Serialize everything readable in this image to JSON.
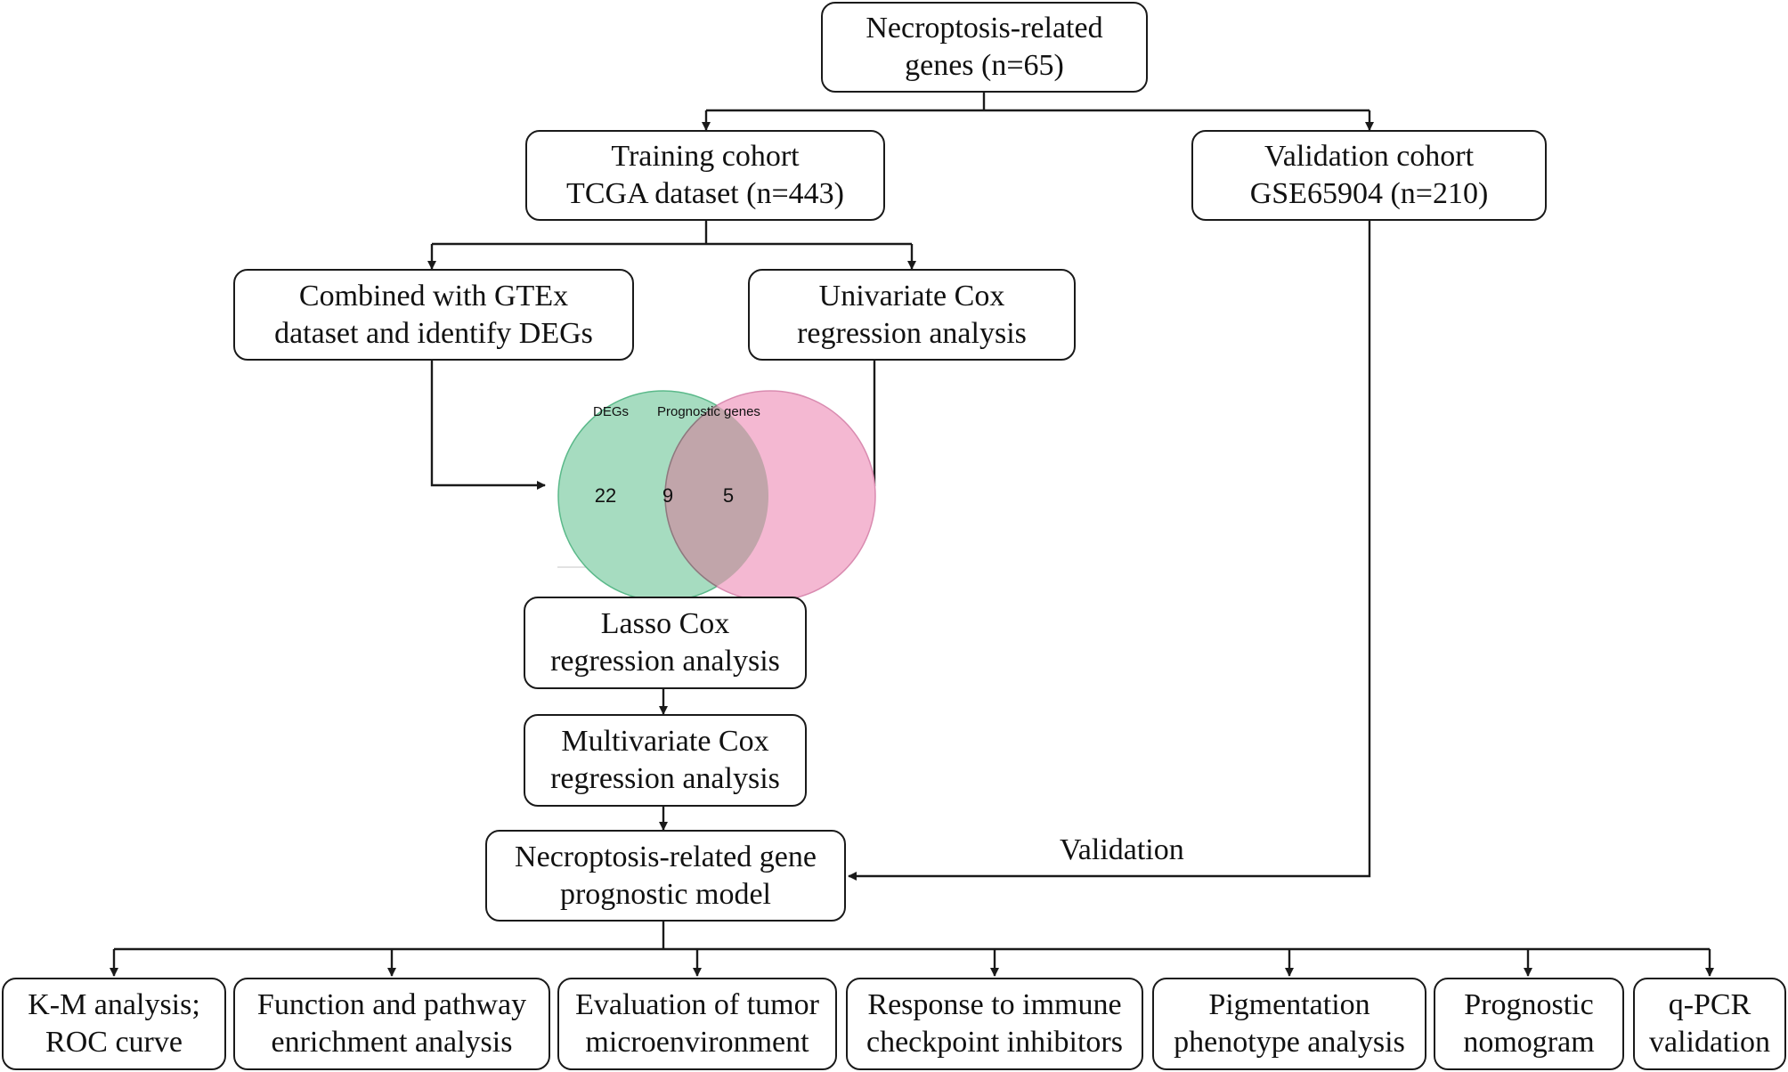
{
  "diagram": {
    "top": {
      "line1": "Necroptosis-related",
      "line2": "genes (n=65)"
    },
    "training": {
      "line1": "Training cohort",
      "line2": "TCGA dataset (n=443)"
    },
    "validation_cohort": {
      "line1": "Validation cohort",
      "line2": "GSE65904 (n=210)"
    },
    "gtex": {
      "line1": "Combined with GTEx",
      "line2": "dataset and identify DEGs"
    },
    "univariate": {
      "line1": "Univariate Cox",
      "line2": "regression analysis"
    },
    "venn": {
      "left_label": "DEGs",
      "right_label": "Prognostic genes",
      "left_only": "22",
      "overlap": "9",
      "right_only": "5",
      "colors": {
        "left": "#a6dcc0",
        "right": "#f4b8d2",
        "overlap": "#c1a5aa"
      }
    },
    "lasso": {
      "line1": "Lasso Cox",
      "line2": "regression analysis"
    },
    "multivariate": {
      "line1": "Multivariate Cox",
      "line2": "regression analysis"
    },
    "model": {
      "line1": "Necroptosis-related gene",
      "line2": "prognostic model"
    },
    "validation_label": "Validation",
    "outputs": [
      {
        "line1": "K-M analysis;",
        "line2": "ROC curve"
      },
      {
        "line1": "Function and pathway",
        "line2": "enrichment analysis"
      },
      {
        "line1": "Evaluation of tumor",
        "line2": "microenvironment"
      },
      {
        "line1": "Response to immune",
        "line2": "checkpoint inhibitors"
      },
      {
        "line1": "Pigmentation",
        "line2": "phenotype analysis"
      },
      {
        "line1": "Prognostic",
        "line2": "nomogram"
      },
      {
        "line1": "q-PCR",
        "line2": "validation"
      }
    ]
  }
}
